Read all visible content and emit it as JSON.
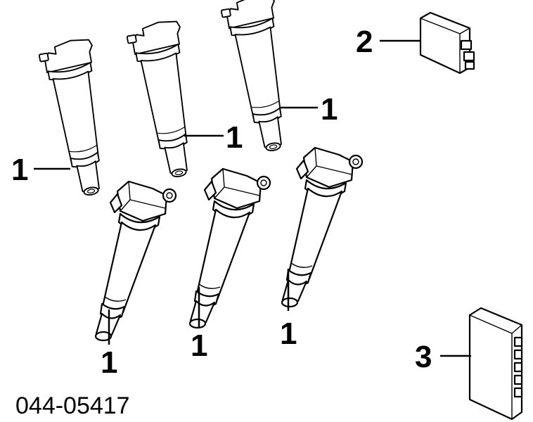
{
  "diagram": {
    "part_number": "044-05417",
    "callouts": {
      "coil_label": "1",
      "module_label": "2",
      "ecu_label": "3"
    }
  }
}
